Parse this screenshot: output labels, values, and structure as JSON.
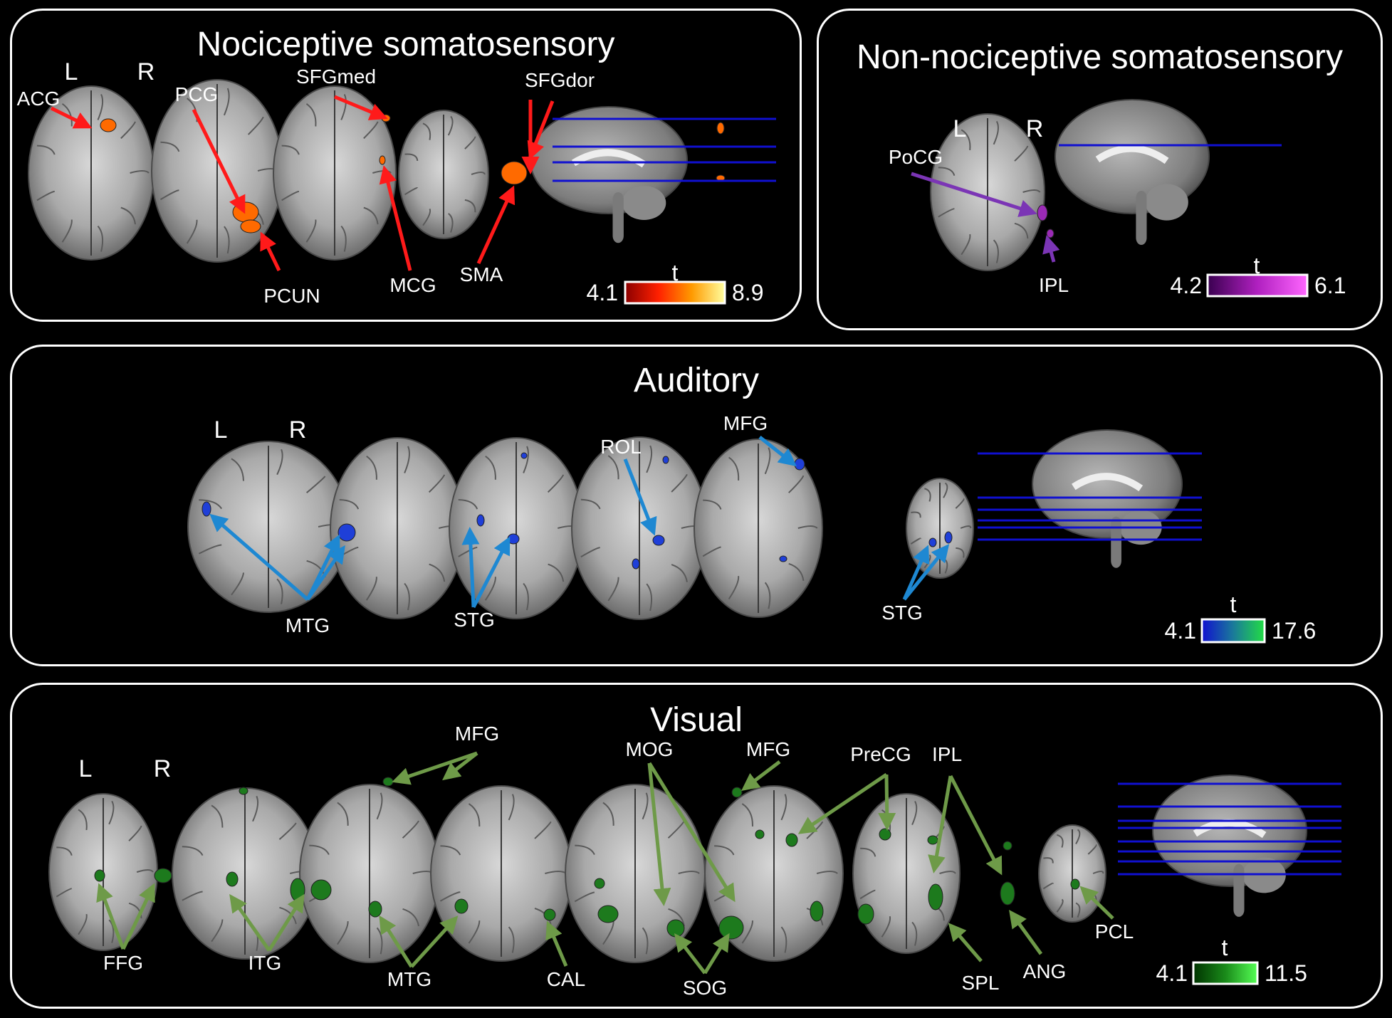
{
  "panels": {
    "nociceptive": {
      "title": "Nociceptive somatosensory",
      "left_label": "L",
      "right_label": "R",
      "labels": [
        "ACG",
        "PCG",
        "SFGmed",
        "SFGdor",
        "PCUN",
        "MCG",
        "SMA"
      ],
      "colorbar": {
        "t_label": "t",
        "min": "4.1",
        "max": "8.9",
        "colors": [
          "#8b0000",
          "#ff2000",
          "#ff9a00",
          "#ffffa0"
        ]
      },
      "arrow_color": "#ff1a1a",
      "blob_color": "#ff6a00"
    },
    "non_nociceptive": {
      "title": "Non-nociceptive somatosensory",
      "left_label": "L",
      "right_label": "R",
      "labels": [
        "PoCG",
        "IPL"
      ],
      "colorbar": {
        "t_label": "t",
        "min": "4.2",
        "max": "6.1",
        "colors": [
          "#3a0050",
          "#b020c0",
          "#ff66ff"
        ]
      },
      "arrow_color": "#7b35b5",
      "blob_color": "#9a2ab5"
    },
    "auditory": {
      "title": "Auditory",
      "left_label": "L",
      "right_label": "R",
      "labels": [
        "ROL",
        "MFG",
        "MTG",
        "STG",
        "STG"
      ],
      "colorbar": {
        "t_label": "t",
        "min": "4.1",
        "max": "17.6",
        "colors": [
          "#1010d0",
          "#1a7a9a",
          "#22dd44"
        ]
      },
      "arrow_color": "#1e88d2",
      "blob_color": "#1f3fd8"
    },
    "visual": {
      "title": "Visual",
      "left_label": "L",
      "right_label": "R",
      "labels": [
        "MFG",
        "MOG",
        "MFG",
        "PreCG",
        "IPL",
        "FFG",
        "ITG",
        "MTG",
        "CAL",
        "SOG",
        "SPL",
        "ANG",
        "PCL"
      ],
      "colorbar": {
        "t_label": "t",
        "min": "4.1",
        "max": "11.5",
        "colors": [
          "#003300",
          "#1a8a1a",
          "#55ff55"
        ]
      },
      "arrow_color": "#6e9a48",
      "blob_color": "#1d7a1d"
    }
  }
}
